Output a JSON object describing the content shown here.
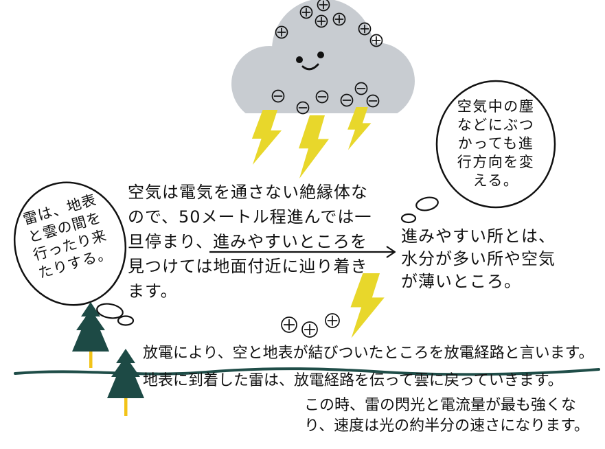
{
  "colors": {
    "cloud": "#c8ccd1",
    "lightning": "#e8d72b",
    "tree": "#1d4a45",
    "trunk": "#f2c318",
    "ground": "#1f4d48",
    "bubble": "#ffffff",
    "ink": "#111111"
  },
  "icons": [
    "cloud-icon",
    "smiling-face-icon",
    "positive-charge-icon",
    "negative-charge-icon",
    "lightning-bolt-icon",
    "thought-bubble-icon",
    "pine-tree-icon",
    "arrow-right-icon"
  ],
  "annotations": {
    "main": {
      "lines": [
        "空気は電気を通さない絶縁体な",
        "ので、50メートル程進んでは一",
        "旦停まり、進みやすいところを",
        "見つけては地面付近に辿り着き",
        "ます。"
      ]
    },
    "easy_path": {
      "lines": [
        "進みやすい所とは、",
        "水分が多い所や空気",
        "が薄いところ。"
      ]
    },
    "bubble_right": {
      "lines": [
        "空気中の塵",
        "などにぶつ",
        "かっても進",
        "行方向を変",
        "える。"
      ]
    },
    "bubble_left": {
      "lines": [
        "雷は、地表",
        "と雲の間を",
        "行ったり来",
        "たりする。"
      ]
    },
    "discharge_path": "放電により、空と地表が結びついたところを放電経路と言います。",
    "return_to_cloud": "地表に到着した雷は、放電経路を伝って雲に戻っていきます。",
    "peak": {
      "lines": [
        "この時、雷の閃光と電流量が最も強くな",
        "り、速度は光の約半分の速さになります。"
      ]
    }
  }
}
